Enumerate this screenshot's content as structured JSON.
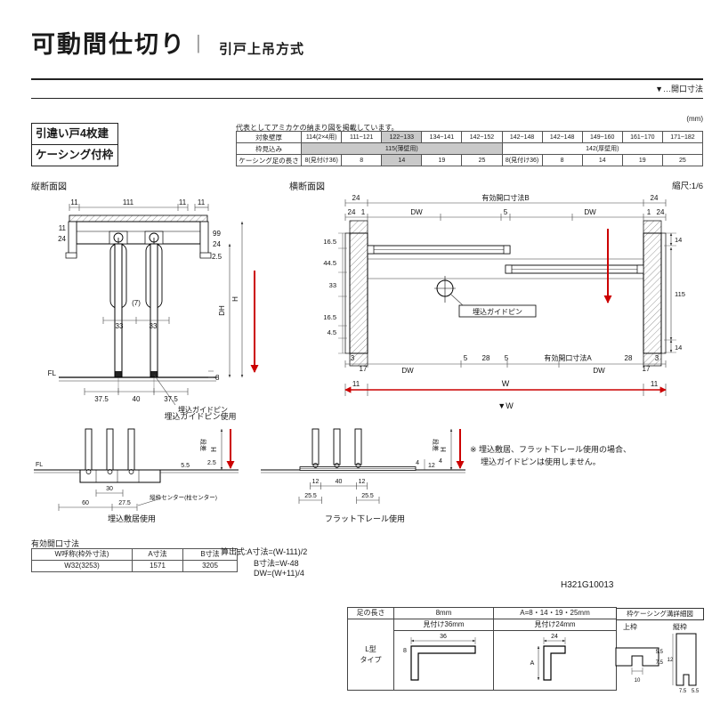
{
  "hd": {
    "title": "可動間仕切り",
    "sep": "|",
    "sub": "引戸上吊方式",
    "note": "▼…開口寸法"
  },
  "pb": {
    "l1": "引違い戸4枚建",
    "l2": "ケーシング付枠"
  },
  "st": {
    "caption": "代表としてアミカケの納まり図を掲載しています。",
    "unit": "(mm)",
    "rh1": "対象壁厚",
    "rh2": "枠見込み",
    "rh3": "ケーシング足の長さ",
    "w0": "114(2×4用)",
    "w1": "111~121",
    "w2": "122~133",
    "w3": "134~141",
    "w4": "142~152",
    "w5": "142~148",
    "w6": "142~148",
    "w7": "149~160",
    "w8": "161~170",
    "w9": "171~182",
    "f0": "115(薄壁用)",
    "f1": "142(厚壁用)",
    "c0": "8(見付け36)",
    "c1": "8",
    "c2": "14",
    "c3": "19",
    "c4": "25",
    "c5": "8(見付け36)",
    "c6": "8",
    "c7": "14",
    "c8": "19",
    "c9": "25"
  },
  "v": {
    "title": "縦断面図",
    "t11a": "11",
    "t111": "111",
    "t11b": "11",
    "t11c": "11",
    "l11": "11",
    "l24": "24",
    "r99": "99",
    "r24": "24",
    "r25": "2.5",
    "p7": "(7)",
    "d33a": "33",
    "d33b": "33",
    "dh": "DH",
    "h": "H",
    "fl": "FL",
    "d8": "8",
    "b375a": "37.5",
    "b40": "40",
    "b375b": "37.5",
    "pin": "埋込ガイドピン"
  },
  "c": {
    "title": "横断面図",
    "scale": "縮尺:1/6",
    "t24a": "24",
    "openb": "有効開口寸法B",
    "t24b": "24",
    "t24c": "24",
    "t1a": "1",
    "dwa": "DW",
    "t5": "5",
    "dwb": "DW",
    "t1b": "1",
    "t24d": "24",
    "r14a": "14",
    "l165a": "16.5",
    "l445": "44.5",
    "l33": "33",
    "l165b": "16.5",
    "l45": "4.5",
    "r115": "115",
    "r14b": "14",
    "pin": "埋込ガイドピン",
    "b3a": "3",
    "b17a": "17",
    "dwc": "DW",
    "b5a": "5",
    "b28a": "28",
    "b5b": "5",
    "opena": "有効開口寸法A",
    "dwd": "DW",
    "b28b": "28",
    "b3b": "3",
    "b17b": "17",
    "b11a": "11",
    "w": "W",
    "b11b": "11",
    "wv": "▼W"
  },
  "pin_usage": "埋込ガイドピン使用",
  "s1": {
    "caption": "埋込敷居使用",
    "fl": "FL",
    "step": "段差",
    "d25": "2.5",
    "d55": "5.5",
    "h": "H",
    "d30": "30",
    "center": "縦枠センター(柱センター)",
    "d60": "60",
    "d275": "27.5"
  },
  "s2": {
    "caption": "フラット下レール使用",
    "step": "段差",
    "d4a": "4",
    "d4b": "4",
    "h": "H",
    "d12a": "12",
    "d40": "40",
    "d12b": "12",
    "d12c": "12",
    "d255a": "25.5",
    "d255b": "25.5"
  },
  "note1": "※ 埋込敷居、フラット下レール使用の場合、",
  "note2": "埋込ガイドピンは使用しません。",
  "ot": {
    "title": "有効開口寸法",
    "h1": "W呼称(枠外寸法)",
    "h2": "A寸法",
    "h3": "B寸法",
    "c1": "W32(3253)",
    "c2": "1571",
    "c3": "3205"
  },
  "fx": {
    "l1": "算出式:A寸法=(W-111)/2",
    "l2": "B寸法=W-48",
    "l3": "DW=(W+11)/4"
  },
  "code": "H321G10013",
  "ft": {
    "leg": "足の長さ",
    "c8": "8mm",
    "ca": "A=8・14・19・25mm",
    "title": "枠ケーシング溝詳細図",
    "s36": "見付け36mm",
    "s24": "見付け24mm",
    "row1": "L型",
    "row2": "タイプ",
    "ue": "上枠",
    "tate": "縦枠",
    "d36": "36",
    "d8": "8",
    "d24": "24",
    "dA": "A",
    "d55a": "5.5",
    "d75a": "7.5",
    "d10": "10",
    "d12": "12",
    "d75b": "7.5",
    "d55b": "5.5"
  }
}
